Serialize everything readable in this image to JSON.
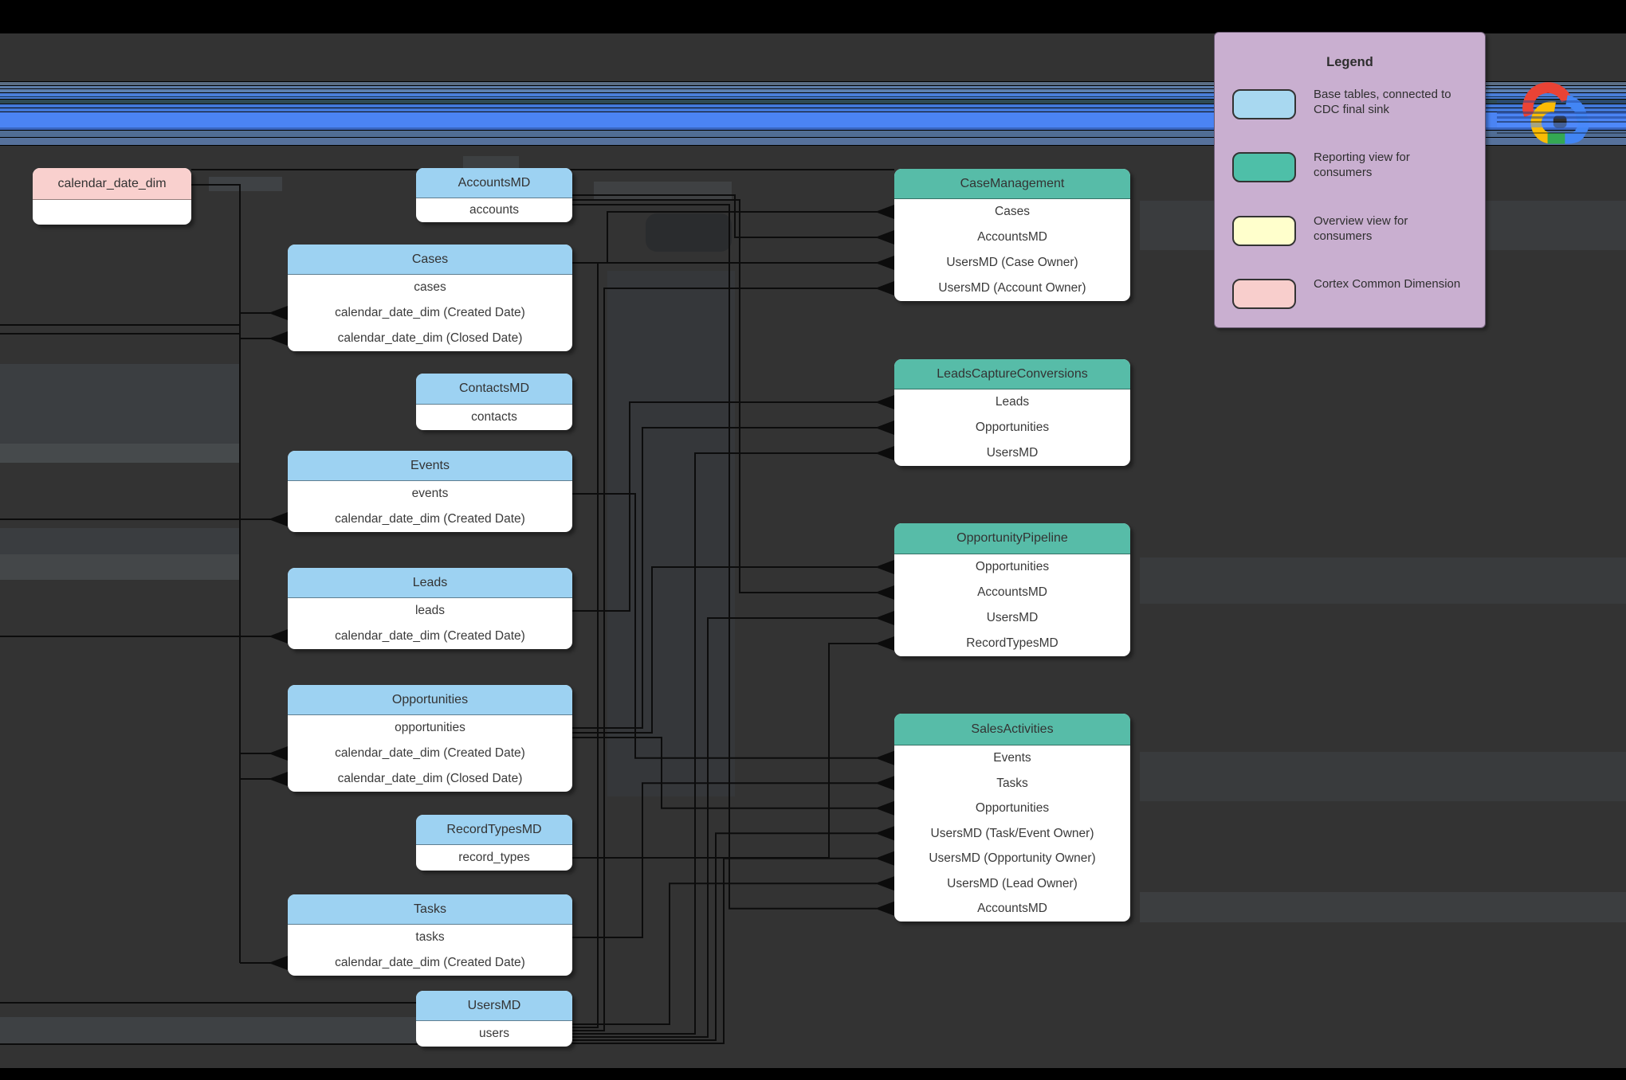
{
  "canvas": {
    "background_color": "#333333",
    "top_bar_color": "#000000",
    "bottom_bar_color": "#000000",
    "band_primary_color": "#4b84f4"
  },
  "dimension_table": {
    "name": "calendar_date_dim",
    "rows": [
      ""
    ]
  },
  "base_tables": [
    {
      "name": "AccountsMD",
      "rows": [
        "accounts"
      ]
    },
    {
      "name": "Cases",
      "rows": [
        "cases",
        "calendar_date_dim (Created Date)",
        "calendar_date_dim (Closed Date)"
      ]
    },
    {
      "name": "ContactsMD",
      "rows": [
        "contacts"
      ]
    },
    {
      "name": "Events",
      "rows": [
        "events",
        "calendar_date_dim (Created Date)"
      ]
    },
    {
      "name": "Leads",
      "rows": [
        "leads",
        "calendar_date_dim (Created Date)"
      ]
    },
    {
      "name": "Opportunities",
      "rows": [
        "opportunities",
        "calendar_date_dim (Created Date)",
        "calendar_date_dim (Closed Date)"
      ]
    },
    {
      "name": "RecordTypesMD",
      "rows": [
        "record_types"
      ]
    },
    {
      "name": "Tasks",
      "rows": [
        "tasks",
        "calendar_date_dim (Created Date)"
      ]
    },
    {
      "name": "UsersMD",
      "rows": [
        "users"
      ]
    }
  ],
  "views": [
    {
      "name": "CaseManagement",
      "rows": [
        "Cases",
        "AccountsMD",
        "UsersMD (Case Owner)",
        "UsersMD (Account Owner)"
      ]
    },
    {
      "name": "LeadsCaptureConversions",
      "rows": [
        "Leads",
        "Opportunities",
        "UsersMD"
      ]
    },
    {
      "name": "OpportunityPipeline",
      "rows": [
        "Opportunities",
        "AccountsMD",
        "UsersMD",
        "RecordTypesMD"
      ]
    },
    {
      "name": "SalesActivities",
      "rows": [
        "Events",
        "Tasks",
        "Opportunities",
        "UsersMD (Task/Event Owner)",
        "UsersMD (Opportunity Owner)",
        "UsersMD (Lead Owner)",
        "AccountsMD"
      ]
    }
  ],
  "relationships": [
    {
      "from": "Cases",
      "to": "CaseManagement.Cases"
    },
    {
      "from": "AccountsMD",
      "to": "CaseManagement.AccountsMD"
    },
    {
      "from": "UsersMD",
      "to": "CaseManagement.UsersMD (Case Owner)"
    },
    {
      "from": "UsersMD",
      "to": "CaseManagement.UsersMD (Account Owner)"
    },
    {
      "from": "Leads",
      "to": "LeadsCaptureConversions.Leads"
    },
    {
      "from": "Opportunities",
      "to": "LeadsCaptureConversions.Opportunities"
    },
    {
      "from": "UsersMD",
      "to": "LeadsCaptureConversions.UsersMD"
    },
    {
      "from": "Opportunities",
      "to": "OpportunityPipeline.Opportunities"
    },
    {
      "from": "AccountsMD",
      "to": "OpportunityPipeline.AccountsMD"
    },
    {
      "from": "UsersMD",
      "to": "OpportunityPipeline.UsersMD"
    },
    {
      "from": "RecordTypesMD",
      "to": "OpportunityPipeline.RecordTypesMD"
    },
    {
      "from": "Events",
      "to": "SalesActivities.Events"
    },
    {
      "from": "Tasks",
      "to": "SalesActivities.Tasks"
    },
    {
      "from": "Opportunities",
      "to": "SalesActivities.Opportunities"
    },
    {
      "from": "UsersMD",
      "to": "SalesActivities.UsersMD (Task/Event Owner)"
    },
    {
      "from": "UsersMD",
      "to": "SalesActivities.UsersMD (Opportunity Owner)"
    },
    {
      "from": "UsersMD",
      "to": "SalesActivities.UsersMD (Lead Owner)"
    },
    {
      "from": "AccountsMD",
      "to": "SalesActivities.AccountsMD"
    },
    {
      "from": "calendar_date_dim",
      "to": "Cases.calendar_date_dim (Created Date)"
    },
    {
      "from": "calendar_date_dim",
      "to": "Cases.calendar_date_dim (Closed Date)"
    },
    {
      "from": "calendar_date_dim",
      "to": "Events.calendar_date_dim (Created Date)"
    },
    {
      "from": "calendar_date_dim",
      "to": "Leads.calendar_date_dim (Created Date)"
    },
    {
      "from": "calendar_date_dim",
      "to": "Opportunities.calendar_date_dim (Created Date)"
    },
    {
      "from": "calendar_date_dim",
      "to": "Opportunities.calendar_date_dim (Closed Date)"
    },
    {
      "from": "calendar_date_dim",
      "to": "Tasks.calendar_date_dim (Created Date)"
    }
  ],
  "legend": {
    "title": "Legend",
    "background_color": "#C9AFD0",
    "items": [
      {
        "label": "Base tables, connected to CDC final sink",
        "color": "#A8D8F0"
      },
      {
        "label": "Reporting view for consumers",
        "color": "#4EBFA8"
      },
      {
        "label": "Overview view for consumers",
        "color": "#FFFFCC"
      },
      {
        "label": "Cortex Common Dimension",
        "color": "#F8CECC"
      }
    ]
  },
  "logo": {
    "name": "google-cloud-logo",
    "colors": {
      "red": "#EA4335",
      "blue": "#4285F4",
      "yellow": "#FBBC05",
      "green": "#34A853"
    }
  },
  "colors": {
    "base_table_header": "#9DD2F2",
    "view_header": "#57BCA8",
    "dimension_header": "#F9D0CE",
    "wire": "#0c0c0c"
  }
}
